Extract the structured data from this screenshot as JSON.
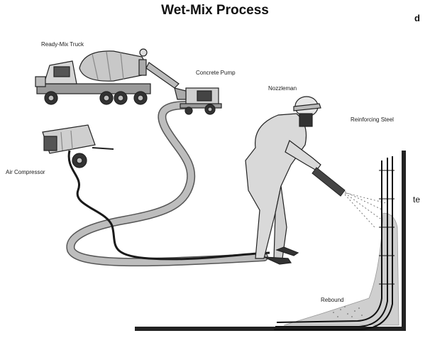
{
  "title": "Wet-Mix Process",
  "labels": {
    "truck": "Ready-Mix Truck",
    "pump": "Concrete Pump",
    "nozzleman": "Nozzleman",
    "steel": "Reinforcing Steel",
    "compressor": "Air Compressor",
    "rebound": "Rebound"
  },
  "edge_text": {
    "top_right": "d",
    "mid_right": "te"
  },
  "colors": {
    "concrete_hose": "#b8b8b8",
    "air_hose": "#1a1a1a",
    "equipment": "#cfcfcf",
    "outline": "#222222"
  }
}
